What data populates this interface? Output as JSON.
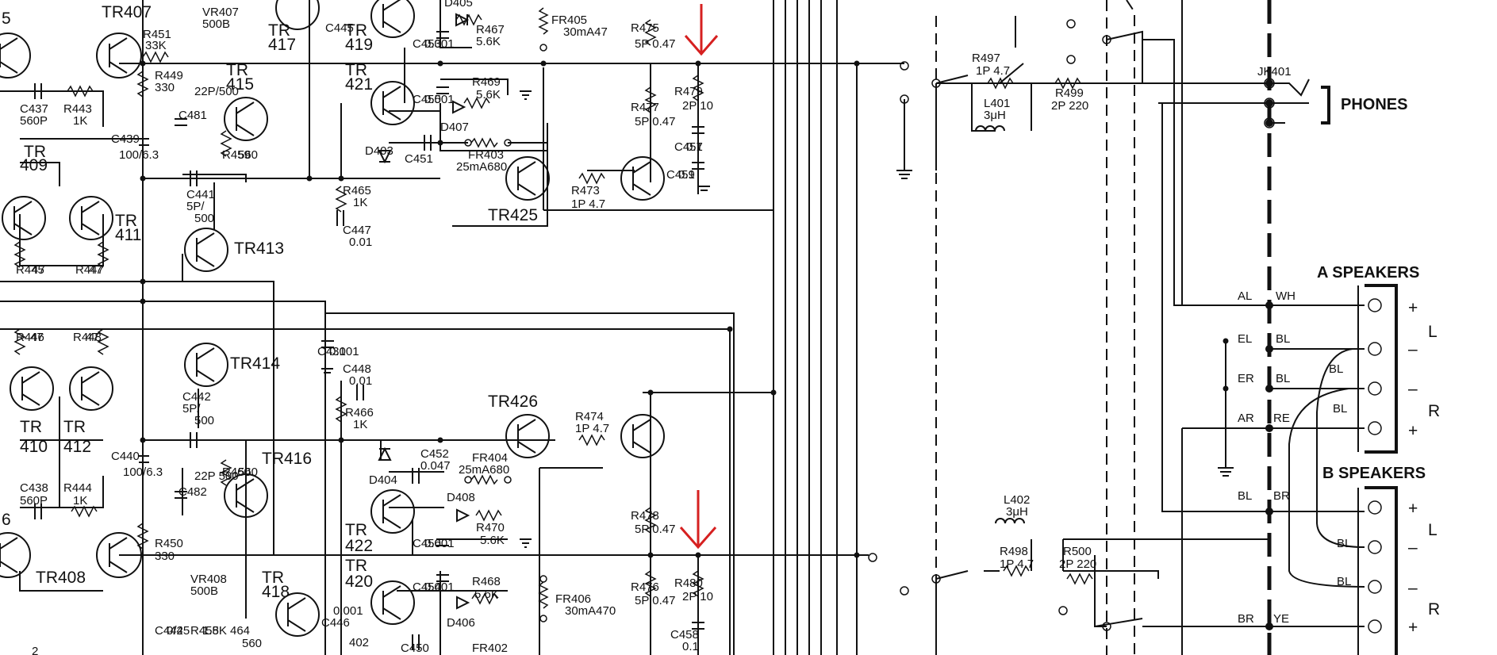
{
  "connectors": {
    "phones": "PHONES",
    "jack": "JK401",
    "a_speakers": "A SPEAKERS",
    "b_speakers": "B SPEAKERS",
    "plus": "+",
    "minus": "–",
    "L": "L",
    "R": "R"
  },
  "wire_colors": {
    "AL": "AL",
    "WH": "WH",
    "EL": "EL",
    "BL": "BL",
    "ER": "ER",
    "AR": "AR",
    "RE": "RE",
    "BR": "BR",
    "YE": "YE"
  },
  "transistors": {
    "TR407": "TR407",
    "TR409": "TR",
    "TR409b": "409",
    "TR411a": "TR",
    "TR411b": "411",
    "TR413": "TR413",
    "TR415a": "TR",
    "TR415b": "415",
    "TR417a": "TR",
    "TR417b": "417",
    "TR419a": "TR",
    "TR419b": "419",
    "TR421a": "TR",
    "TR421b": "421",
    "TR425": "TR425",
    "TR414": "TR414",
    "TR416": "TR416",
    "TR410a": "TR",
    "TR410b": "410",
    "TR412a": "TR",
    "TR412b": "412",
    "TR408": "TR408",
    "TR418a": "TR",
    "TR418b": "418",
    "TR420a": "TR",
    "TR420b": "420",
    "TR422a": "TR",
    "TR422b": "422",
    "TR426": "TR426"
  },
  "components": {
    "r451a": "R451",
    "r451b": "33K",
    "vr407a": "VR407",
    "vr407b": "500B",
    "r449a": "R449",
    "r449b": "330",
    "c437a": "C437",
    "c437b": "560P",
    "r443a": "R443",
    "r443b": "1K",
    "c439a": "C439",
    "c439b": "100/6.3",
    "c481a": "C481",
    "c481b": "22P/500",
    "r459a": "R459",
    "r459b": "560",
    "c441a": "C441",
    "c441b": "5P/",
    "c441c": "500",
    "r445a": "R445",
    "r445b": "47",
    "r447a": "R447",
    "r447b": "47",
    "c445": "C445",
    "c453a": "C453",
    "c453b": "0.001",
    "c455a": "C455",
    "c455b": "0.001",
    "d405": "D405",
    "r467a": "R467",
    "r467b": "5.6K",
    "r469a": "R469",
    "r469b": "5.6K",
    "d407": "D407",
    "d403": "D403",
    "c451": "C451",
    "fr403a": "FR403",
    "fr403b": "25mA680",
    "r465a": "R465",
    "r465b": "1K",
    "c447a": "C447",
    "c447b": "0.01",
    "fr405a": "FR405",
    "fr405b": "30mA47",
    "r475a": "R475",
    "r475b": "5P 0.47",
    "r477a": "R477",
    "r477b": "5P 0.47",
    "r479a": "R479",
    "r479b": "2P 10",
    "c457a": "C457",
    "c457b": "0.1",
    "c459a": "C459",
    "c459b": "0.1",
    "r473a": "R473",
    "r473b": "1P 4.7",
    "r497a": "R497",
    "r497b": "1P 4.7",
    "l401a": "L401",
    "l401b": "3μH",
    "r499a": "R499",
    "r499b": "2P 220",
    "r446a": "R446",
    "r446b": "47",
    "r448a": "R448",
    "r448b": "47",
    "c431a": "C431",
    "c431b": "0.001",
    "c448a": "C448",
    "c448b": "0.01",
    "c442a": "C442",
    "c442b": "5P/",
    "c442c": "500",
    "r466a": "R466",
    "r466b": "1K",
    "c440a": "C440",
    "c440b": "100/6.3",
    "c438a": "C438",
    "c438b": "560P",
    "r444a": "R444",
    "r444b": "1K",
    "c482a": "C482",
    "c482b": "22P 500",
    "r460a": "R460",
    "r460b": "560",
    "d404": "D404",
    "c452a": "C452",
    "c452b": "0.047",
    "fr404a": "FR404",
    "fr404b": "25mA680",
    "d408": "D408",
    "r470a": "R470",
    "r470b": "5.6K",
    "c456a": "C456",
    "c456b": "0.001",
    "r450a": "R450",
    "r450b": "330",
    "vr408a": "VR408",
    "vr408b": "500B",
    "c454a": "C454",
    "c454b": "0.001",
    "r468a": "R468",
    "r468b": "5.6K",
    "d406": "D406",
    "fr406a": "FR406",
    "fr406b": "30mA470",
    "r474a": "R474",
    "r474b": "1P 4.7",
    "r478a": "R478",
    "r478b": "5P 0.47",
    "r476a": "R476",
    "r476b": "5P 0.47",
    "r480a": "R480",
    "r480b": "2P 10",
    "c458a": "C458",
    "c458b": "0.1",
    "c444a": "C444",
    "c444b": "0/25",
    "r458a": "R458",
    "r458b": "1.5K",
    "r464": "464",
    "r464b": "560",
    "c446": "C446",
    "c446b": "0.001",
    "c450": "C450",
    "fr402": "FR402",
    "d402": "402",
    "l402a": "L402",
    "l402b": "3μH",
    "r498a": "R498",
    "r498b": "1P 4.7",
    "r500a": "R500",
    "r500b": "2P 220",
    "edge5": "5",
    "edge6": "6",
    "edge2": "2"
  },
  "annotations": {
    "arrow_top": "output node marker",
    "arrow_bottom": "output node marker"
  },
  "colors": {
    "ink": "#111111",
    "marker": "#d62020",
    "background": "#ffffff"
  }
}
